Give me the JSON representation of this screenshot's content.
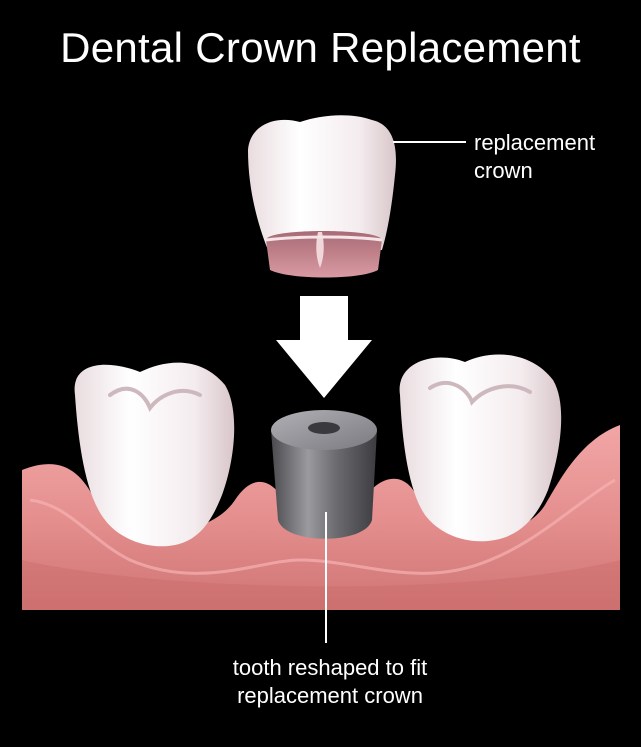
{
  "title": "Dental Crown Replacement",
  "labels": {
    "crown": {
      "line1": "replacement",
      "line2": "crown"
    },
    "tooth": {
      "line1": "tooth reshaped to fit",
      "line2": "replacement crown"
    }
  },
  "colors": {
    "background": "#000000",
    "gum": "#e58f8f",
    "gum_shadow": "#c96a6a",
    "tooth": "#f6eef0",
    "tooth_shadow": "#d9c9cc",
    "crown_inner": "#c98e96",
    "abutment": "#6e6e72",
    "arrow": "#ffffff",
    "leader_line": "#ffffff"
  },
  "icons": {
    "arrow": "down-arrow-icon"
  }
}
